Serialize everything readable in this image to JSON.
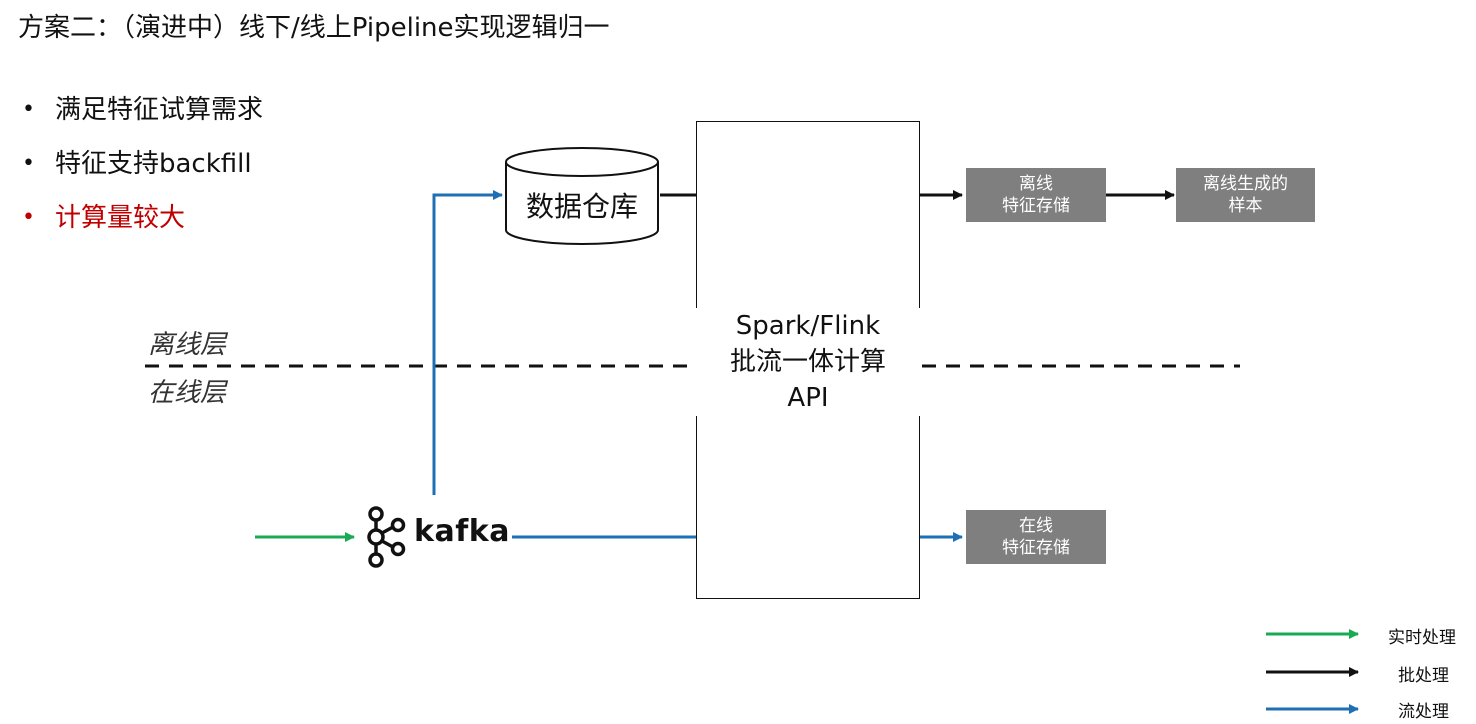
{
  "title": "方案二：（演进中）线下/线上Pipeline实现逻辑归一",
  "bullets": [
    {
      "text": "满足特征试算需求",
      "color": "#111111"
    },
    {
      "text": "特征支持backfill",
      "color": "#111111"
    },
    {
      "text": "计算量较大",
      "color": "#c00000"
    }
  ],
  "bullet_marker": "•",
  "layers": {
    "offline": "离线层",
    "online": "在线层"
  },
  "data_warehouse": "数据仓库",
  "compute_api": {
    "line1": "Spark/Flink",
    "line2": "批流一体计算",
    "line3": "API"
  },
  "kafka": "kafka",
  "offline_store": {
    "line1": "离线",
    "line2": "特征存储"
  },
  "offline_samples": {
    "line1": "离线生成的",
    "line2": "样本"
  },
  "online_store": {
    "line1": "在线",
    "line2": "特征存储"
  },
  "legend": [
    {
      "label": "实时处理",
      "color": "#1aaa55"
    },
    {
      "label": "批处理",
      "color": "#111111"
    },
    {
      "label": "流处理",
      "color": "#1f6fb5"
    }
  ],
  "colors": {
    "realtime": "#1aaa55",
    "batch": "#111111",
    "stream": "#1f6fb5",
    "box_fill": "#7f7f7f",
    "highlight": "#c00000"
  }
}
